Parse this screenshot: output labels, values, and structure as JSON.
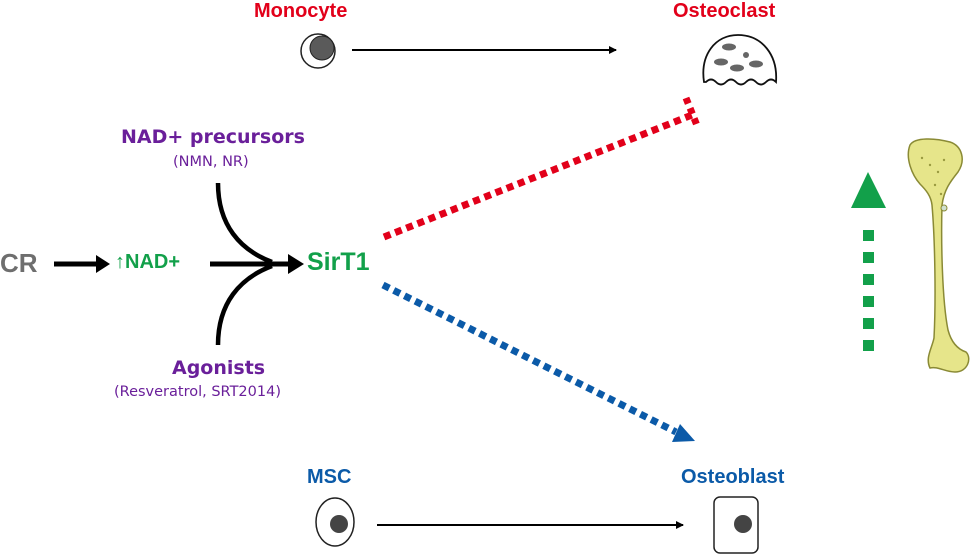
{
  "cells": {
    "monocyte": "Monocyte",
    "osteoclast": "Osteoclast",
    "msc": "MSC",
    "osteoblast": "Osteoblast"
  },
  "pathway": {
    "cr": "CR",
    "nad_arrow_glyph": "↑",
    "nad": "NAD+",
    "sirt1": "SirT1",
    "precursors_title": "NAD+ precursors",
    "precursors_examples": "(NMN, NR)",
    "agonists_title": "Agonists",
    "agonists_examples": "(Resveratrol, SRT2014)"
  },
  "effects": {
    "osteoclast_effect": "inhibition",
    "osteoblast_effect": "promotion",
    "bone_effect": "increase"
  },
  "colors": {
    "osteoclast_red": "#e2001a",
    "osteoblast_blue": "#0b5aa8",
    "sirt1_green": "#12a04a",
    "modulator_purple": "#6a1f9a",
    "cr_gray": "#6e6e6e",
    "bone_yellow": "#e6e58a"
  }
}
